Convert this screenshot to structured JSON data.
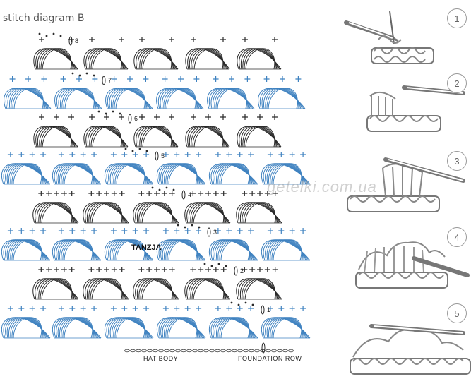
{
  "title": "stitch diagram B",
  "watermark": "getelki.com.ua",
  "author": "TANZJA",
  "label_body": "HAT BODY",
  "label_foundation": "FOUNDATION ROW",
  "row_numbers": [
    "8",
    "7",
    "6",
    "5",
    "4",
    "3",
    "2",
    "1"
  ],
  "steps": [
    "1",
    "2",
    "3",
    "4",
    "5"
  ],
  "colors": {
    "black": "#2a2a2a",
    "blue": "#3f82c0"
  }
}
